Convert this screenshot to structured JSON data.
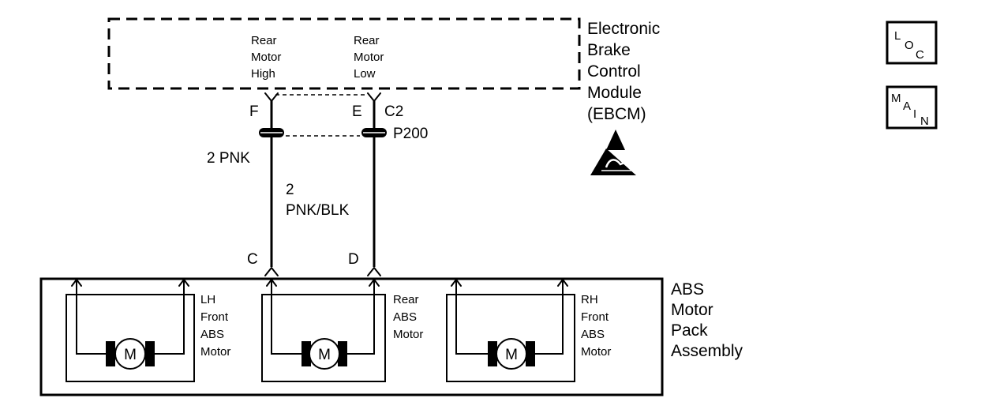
{
  "ebcm": {
    "label_lines": [
      "Electronic",
      "Brake",
      "Control",
      "Module",
      "(EBCM)"
    ],
    "outputs": [
      {
        "label_lines": [
          "Rear",
          "Motor",
          "High"
        ],
        "pin": "F"
      },
      {
        "label_lines": [
          "Rear",
          "Motor",
          "Low"
        ],
        "pin": "E"
      }
    ],
    "connector": "C2"
  },
  "splice": {
    "label": "P200"
  },
  "wires": [
    {
      "gauge": "2",
      "color": "PNK"
    },
    {
      "gauge": "2",
      "color": "PNK/BLK"
    }
  ],
  "motor_pack": {
    "label_lines": [
      "ABS",
      "Motor",
      "Pack",
      "Assembly"
    ],
    "pins": [
      "C",
      "D"
    ],
    "motors": [
      {
        "symbol": "M",
        "label_lines": [
          "LH",
          "Front",
          "ABS",
          "Motor"
        ]
      },
      {
        "symbol": "M",
        "label_lines": [
          "Rear",
          "ABS",
          "Motor"
        ]
      },
      {
        "symbol": "M",
        "label_lines": [
          "RH",
          "Front",
          "ABS",
          "Motor"
        ]
      }
    ]
  },
  "icons": {
    "esd": "esd-warning-icon",
    "loc": {
      "letters": [
        "L",
        "O",
        "C"
      ]
    },
    "main": {
      "letters": [
        "M",
        "A",
        "I",
        "N"
      ]
    }
  }
}
